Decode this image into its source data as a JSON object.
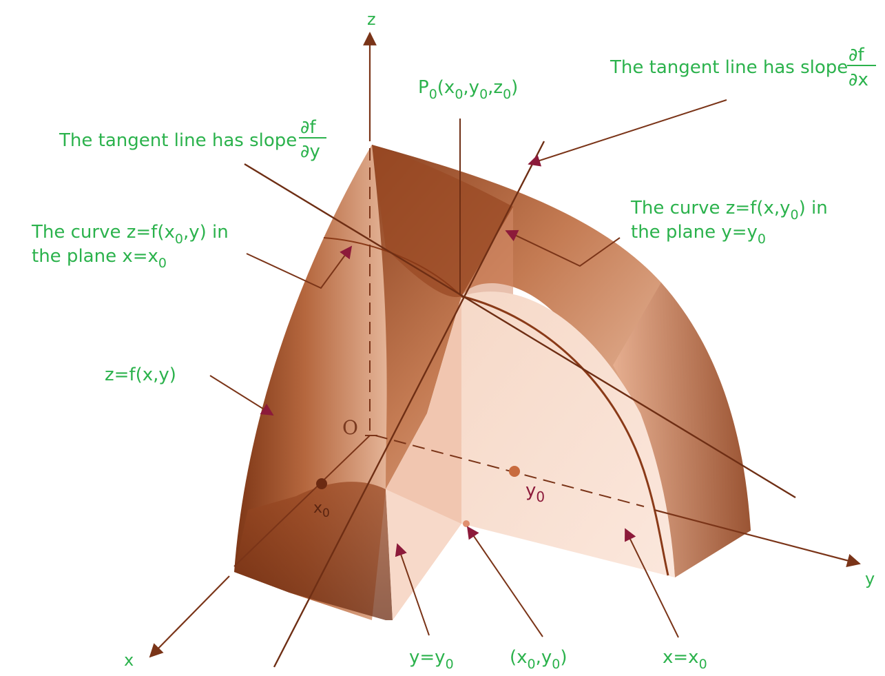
{
  "labels": {
    "tangent_x_text": "The tangent line has slope",
    "tangent_x_num": "∂f",
    "tangent_x_den": "∂x",
    "tangent_y_text": "The tangent line has slope",
    "tangent_y_num": "∂f",
    "tangent_y_den": "∂y",
    "p0_main": "P",
    "p0_sub": "0",
    "p0_rest": "(x",
    "p0_rest_sub": "0",
    "p0_comma1": ",y",
    "p0_sub2": "0",
    "p0_comma2": ",z",
    "p0_sub3": "0",
    "p0_close": ")",
    "curve_x0_line1": "The curve z=f(x",
    "curve_x0_sub": "0",
    "curve_x0_line1_end": ",y) in",
    "curve_x0_line2": "the plane x=x",
    "curve_x0_line2_sub": "0",
    "curve_y0_line1": "The curve z=f(x,y",
    "curve_y0_sub": "0",
    "curve_y0_line1_end": ") in",
    "curve_y0_line2": "the plane y=y",
    "curve_y0_line2_sub": "0",
    "surface": "z=f(x,y)",
    "plane_y": "y=y",
    "plane_y_sub": "0",
    "point_xy": "(x",
    "point_xy_sub1": "0",
    "point_xy_mid": ",y",
    "point_xy_sub2": "0",
    "point_xy_end": ")",
    "plane_x": "x=x",
    "plane_x_sub": "0"
  },
  "axes": {
    "x": "x",
    "y": "y",
    "z": "z",
    "origin": "O"
  },
  "points": {
    "x0": "x",
    "x0_sub": "0",
    "y0": "y",
    "y0_sub": "0"
  },
  "colors": {
    "label_green": "#2bb24c",
    "solid_dark": "#8a3f1c",
    "solid_mid": "#b86a42",
    "solid_light": "#f3d2c0",
    "line": "#7a3418",
    "arrow_head": "#8c1a3a"
  }
}
